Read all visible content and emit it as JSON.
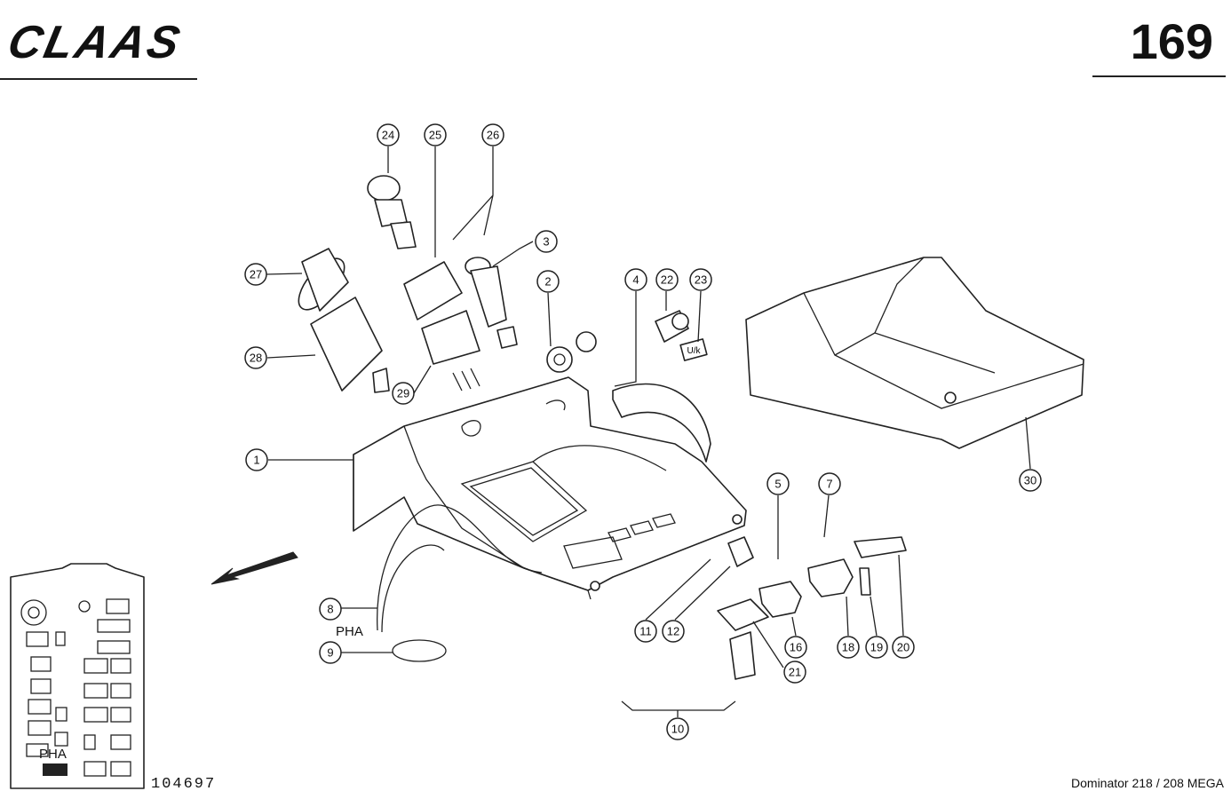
{
  "header": {
    "logo_text": "CLAAS",
    "page_number": "169"
  },
  "footer": {
    "drawing_number": "104697",
    "model": "Dominator 218 / 208 MEGA"
  },
  "callouts": [
    "1",
    "2",
    "3",
    "4",
    "5",
    "7",
    "8",
    "9",
    "10",
    "11",
    "12",
    "16",
    "18",
    "19",
    "20",
    "21",
    "22",
    "23",
    "24",
    "25",
    "26",
    "27",
    "28",
    "29",
    "30"
  ],
  "labels": {
    "pha_main": "PHA",
    "pha_inset": "PHA",
    "sticker": "U/k"
  }
}
